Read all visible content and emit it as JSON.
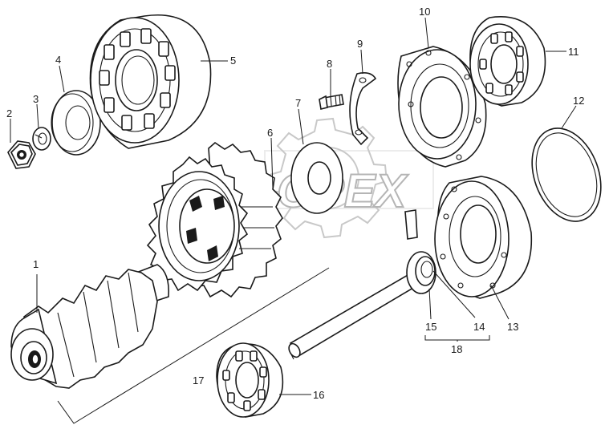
{
  "watermark": {
    "text": "OPEX"
  },
  "callouts": [
    "1",
    "2",
    "3",
    "4",
    "5",
    "6",
    "7",
    "8",
    "9",
    "10",
    "11",
    "12",
    "13",
    "14",
    "15",
    "16",
    "17",
    "18"
  ],
  "parts": [
    {
      "id": "1",
      "kind": "pinion-shaft"
    },
    {
      "id": "2",
      "kind": "nut"
    },
    {
      "id": "3",
      "kind": "lock-washer"
    },
    {
      "id": "4",
      "kind": "washer"
    },
    {
      "id": "5",
      "kind": "roller-bearing"
    },
    {
      "id": "6",
      "kind": "gear"
    },
    {
      "id": "7",
      "kind": "spacer"
    },
    {
      "id": "8",
      "kind": "bolt"
    },
    {
      "id": "9",
      "kind": "locking-plate"
    },
    {
      "id": "10",
      "kind": "cover"
    },
    {
      "id": "11",
      "kind": "roller-bearing"
    },
    {
      "id": "12",
      "kind": "ring"
    },
    {
      "id": "13",
      "kind": "housing-cover"
    },
    {
      "id": "14",
      "kind": "shaft-collar"
    },
    {
      "id": "15",
      "kind": "axle"
    },
    {
      "id": "16",
      "kind": "roller-bearing"
    },
    {
      "id": "17",
      "kind": "assembly-group"
    },
    {
      "id": "18",
      "kind": "assembly-group"
    }
  ]
}
